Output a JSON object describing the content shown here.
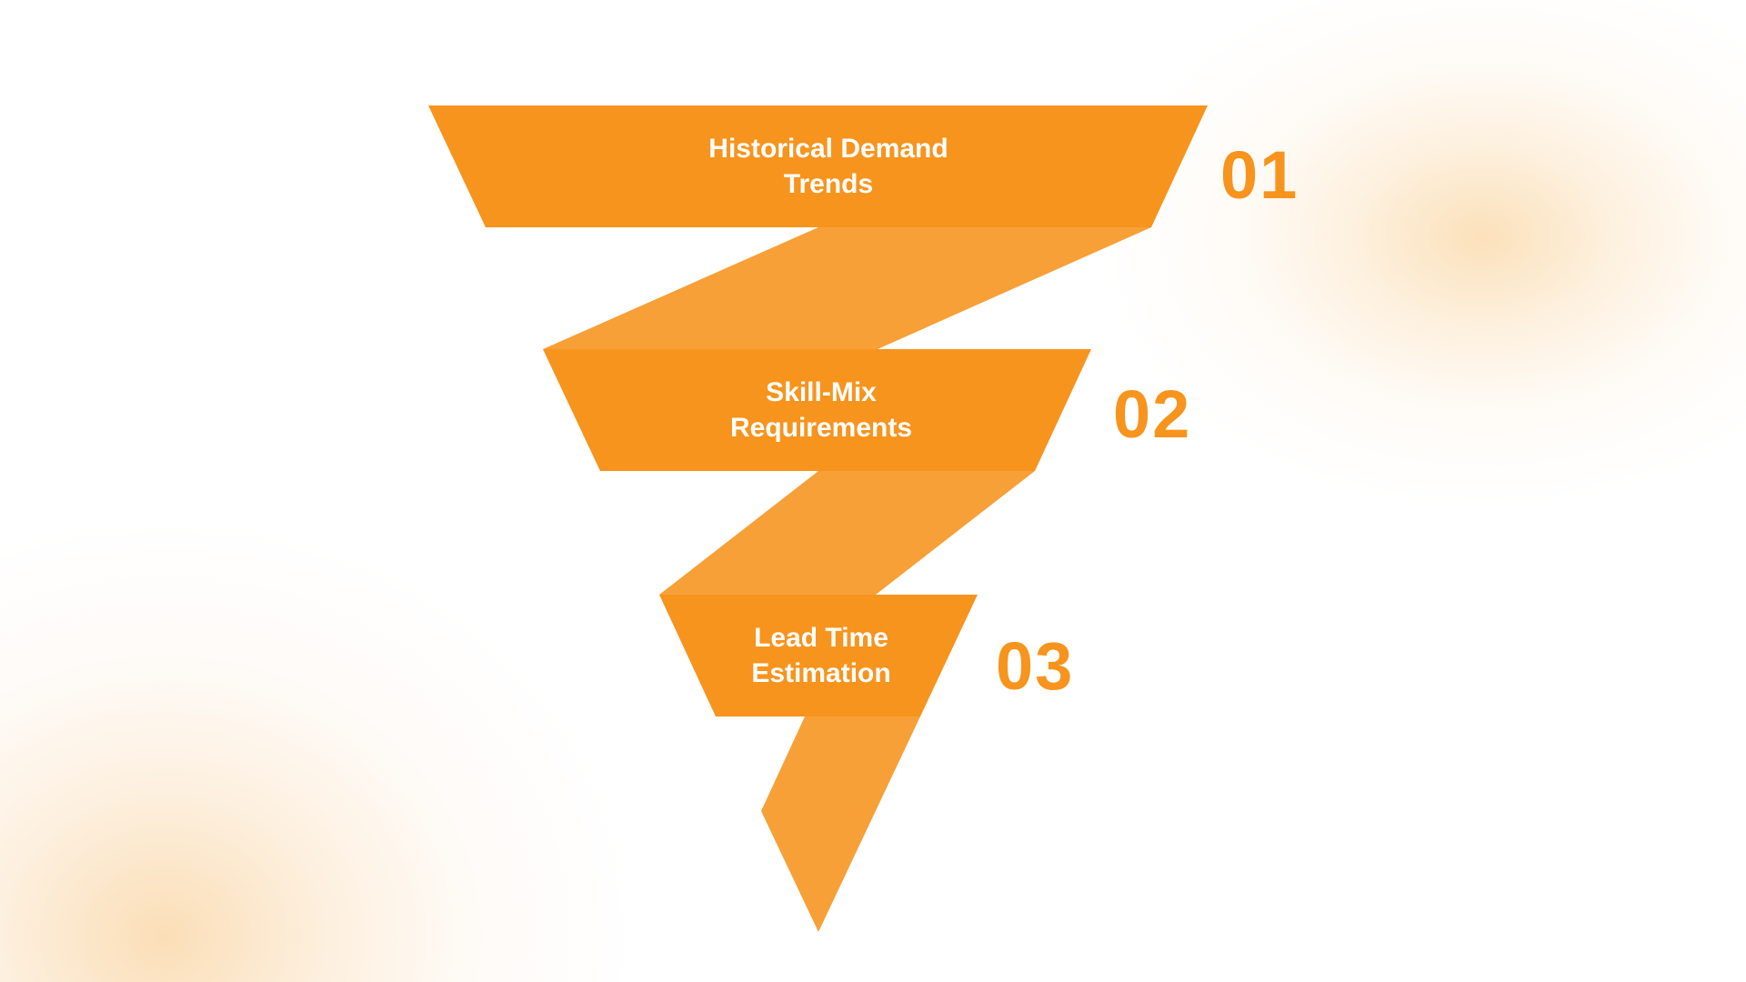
{
  "colors": {
    "primary": "#f7941e",
    "connector": "#f7a038",
    "text_on_shape": "#ffffff",
    "background": "#ffffff",
    "glow": "#f9c882"
  },
  "steps": [
    {
      "number": "01",
      "line1": "Historical Demand",
      "line2": "Trends"
    },
    {
      "number": "02",
      "line1": "Skill-Mix",
      "line2": "Requirements"
    },
    {
      "number": "03",
      "line1": "Lead Time",
      "line2": "Estimation"
    }
  ]
}
